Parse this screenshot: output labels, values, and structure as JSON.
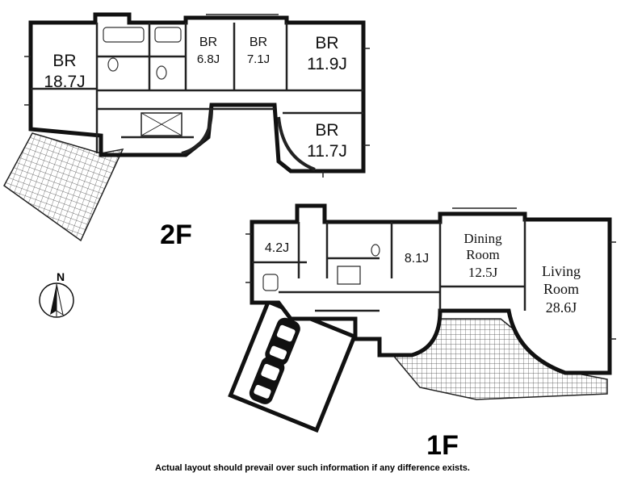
{
  "floors": {
    "second": {
      "label": "2F",
      "rooms": [
        {
          "id": "br-18",
          "name": "BR",
          "size": "18.7J"
        },
        {
          "id": "br-6",
          "name": "BR",
          "size": "6.8J"
        },
        {
          "id": "br-7",
          "name": "BR",
          "size": "7.1J"
        },
        {
          "id": "br-11a",
          "name": "BR",
          "size": "11.9J"
        },
        {
          "id": "br-11b",
          "name": "BR",
          "size": "11.7J"
        }
      ]
    },
    "first": {
      "label": "1F",
      "rooms": [
        {
          "id": "r-4",
          "name": "",
          "size": "4.2J"
        },
        {
          "id": "r-8",
          "name": "",
          "size": "8.1J"
        },
        {
          "id": "dining",
          "name_line1": "Dining",
          "name_line2": "Room",
          "size": "12.5J"
        },
        {
          "id": "living",
          "name_line1": "Living",
          "name_line2": "Room",
          "size": "28.6J"
        }
      ]
    }
  },
  "compass": {
    "label": "N",
    "icon": "north-arrow-icon"
  },
  "disclaimer": "Actual layout should prevail over such information if any difference exists."
}
